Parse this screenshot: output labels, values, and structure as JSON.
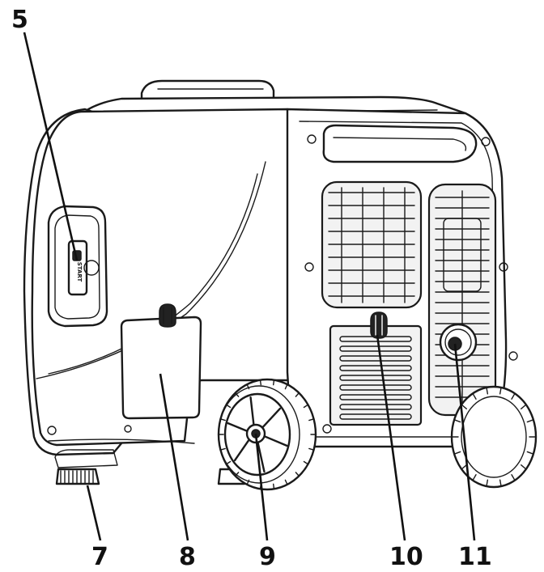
{
  "figure": {
    "callouts": [
      {
        "id": "c5",
        "label": "5",
        "part": "start-switch-panel"
      },
      {
        "id": "c7",
        "label": "7",
        "part": "foot"
      },
      {
        "id": "c8",
        "label": "8",
        "part": "side-access-panel"
      },
      {
        "id": "c9",
        "label": "9",
        "part": "wheel"
      },
      {
        "id": "c10",
        "label": "10",
        "part": "muffler-cover-knob"
      },
      {
        "id": "c11",
        "label": "11",
        "part": "exhaust-outlet"
      }
    ],
    "start_switch_text": "START"
  }
}
